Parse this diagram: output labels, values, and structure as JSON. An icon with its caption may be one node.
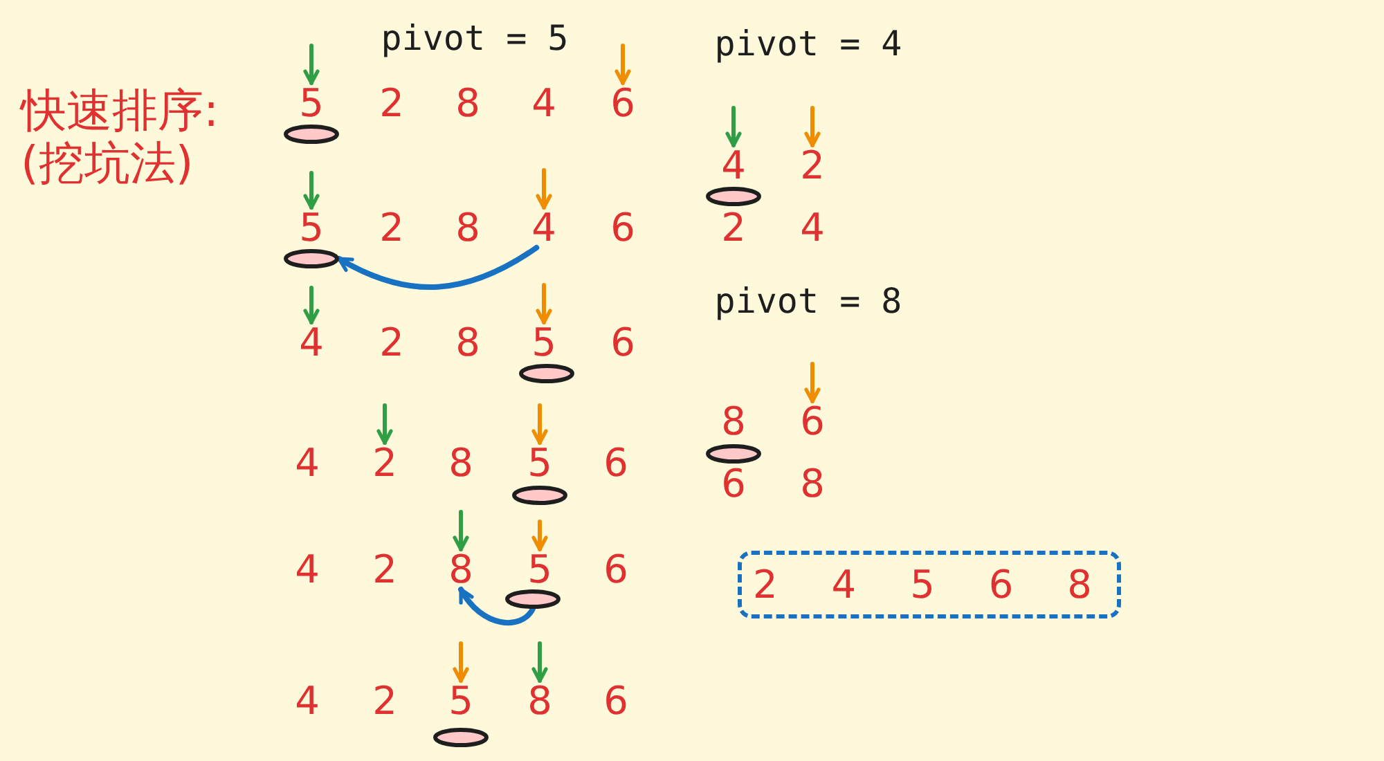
{
  "diagram": {
    "title": "快速排序:(挖坑法)",
    "nodes": [
      {
        "text": [
          "5"
        ]
      },
      {
        "text": [
          "6"
        ]
      },
      {
        "text": [],
        "shape": "ellipse"
      },
      {
        "text": [
          "5"
        ]
      },
      {
        "text": [
          "4"
        ]
      },
      {
        "text": [],
        "shape": "ellipse"
      },
      {
        "text": [
          "4"
        ]
      },
      {
        "text": [
          "5"
        ]
      },
      {
        "text": [],
        "shape": "ellipse"
      },
      {
        "text": [
          "2"
        ]
      },
      {
        "text": [
          "5"
        ]
      },
      {
        "text": [],
        "shape": "ellipse"
      },
      {
        "text": [
          "8"
        ]
      },
      {
        "text": [
          "5"
        ]
      },
      {
        "text": [],
        "shape": "ellipse"
      },
      {
        "text": [
          "5"
        ]
      },
      {
        "text": [
          "8"
        ]
      },
      {
        "text": [],
        "shape": "ellipse"
      },
      {
        "text": [
          "4"
        ]
      },
      {
        "text": [
          "2"
        ]
      },
      {
        "text": [],
        "shape": "ellipse"
      },
      {
        "text": [
          "6"
        ]
      },
      {
        "text": [],
        "shape": "ellipse"
      },
      {
        "text": [
          "2",
          "4",
          "5",
          "6",
          "8"
        ]
      }
    ],
    "edges": [
      {
        "from": null,
        "to": 0,
        "arrow": "to",
        "color": "#2f9e44"
      },
      {
        "from": null,
        "to": 1,
        "arrow": "to",
        "color": "#f08c00"
      },
      {
        "from": null,
        "to": 3,
        "arrow": "to",
        "color": "#2f9e44"
      },
      {
        "from": null,
        "to": 4,
        "arrow": "to",
        "color": "#f08c00"
      },
      {
        "from": 4,
        "to": 5,
        "arrow": "to",
        "color": "#1971c2"
      },
      {
        "from": null,
        "to": 6,
        "arrow": "to",
        "color": "#2f9e44"
      },
      {
        "from": null,
        "to": 7,
        "arrow": "to",
        "color": "#f08c00"
      },
      {
        "from": null,
        "to": 9,
        "arrow": "to",
        "color": "#2f9e44"
      },
      {
        "from": null,
        "to": 10,
        "arrow": "to",
        "color": "#f08c00"
      },
      {
        "from": null,
        "to": 12,
        "arrow": "to",
        "color": "#2f9e44"
      },
      {
        "from": null,
        "to": 13,
        "arrow": "to",
        "color": "#f08c00"
      },
      {
        "from": 14,
        "to": 12,
        "arrow": "to",
        "color": "#1971c2"
      },
      {
        "from": null,
        "to": 15,
        "arrow": "to",
        "color": "#f08c00"
      },
      {
        "from": null,
        "to": 16,
        "arrow": "to",
        "color": "#2f9e44"
      },
      {
        "from": null,
        "to": 18,
        "arrow": "to",
        "color": "#2f9e44"
      },
      {
        "from": null,
        "to": 19,
        "arrow": "to",
        "color": "#f08c00"
      },
      {
        "from": null,
        "to": 21,
        "arrow": "to",
        "color": "#f08c00"
      }
    ],
    "labels": [
      "pivot = 5",
      "2",
      "8",
      "4",
      "2",
      "8",
      "6",
      "2",
      "8",
      "6",
      "4",
      "8",
      "6",
      "4",
      "2",
      "6",
      "4",
      "2",
      "6",
      "pivot = 4",
      "2",
      "4",
      "pivot = 8",
      "8",
      "6",
      "8"
    ]
  }
}
